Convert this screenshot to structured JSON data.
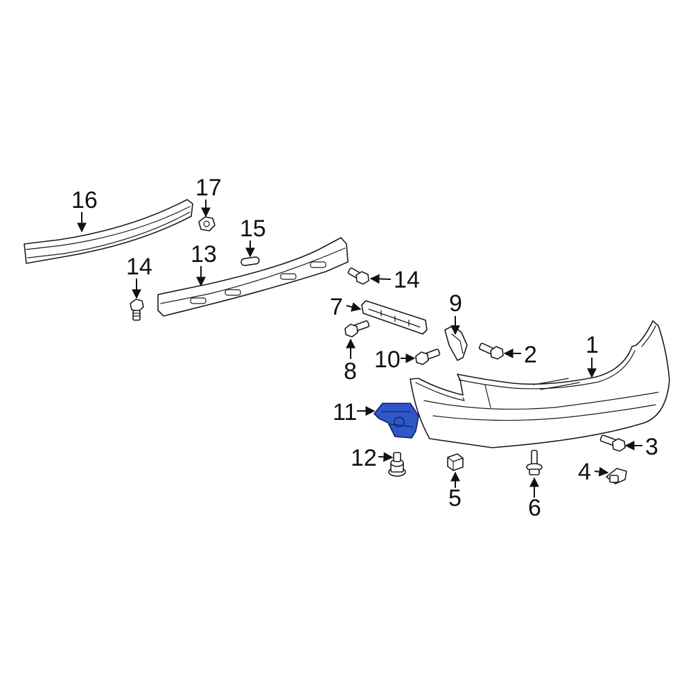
{
  "callouts": {
    "p1": "1",
    "p2": "2",
    "p3": "3",
    "p4": "4",
    "p5": "5",
    "p6": "6",
    "p7": "7",
    "p8": "8",
    "p9": "9",
    "p10": "10",
    "p11": "11",
    "p12": "12",
    "p13": "13",
    "p14a": "14",
    "p14b": "14",
    "p15": "15",
    "p16": "16",
    "p17": "17"
  },
  "colors": {
    "highlight": "#2f57c9",
    "line": "#1a1a1a",
    "background": "#ffffff"
  },
  "highlighted_part": "11"
}
